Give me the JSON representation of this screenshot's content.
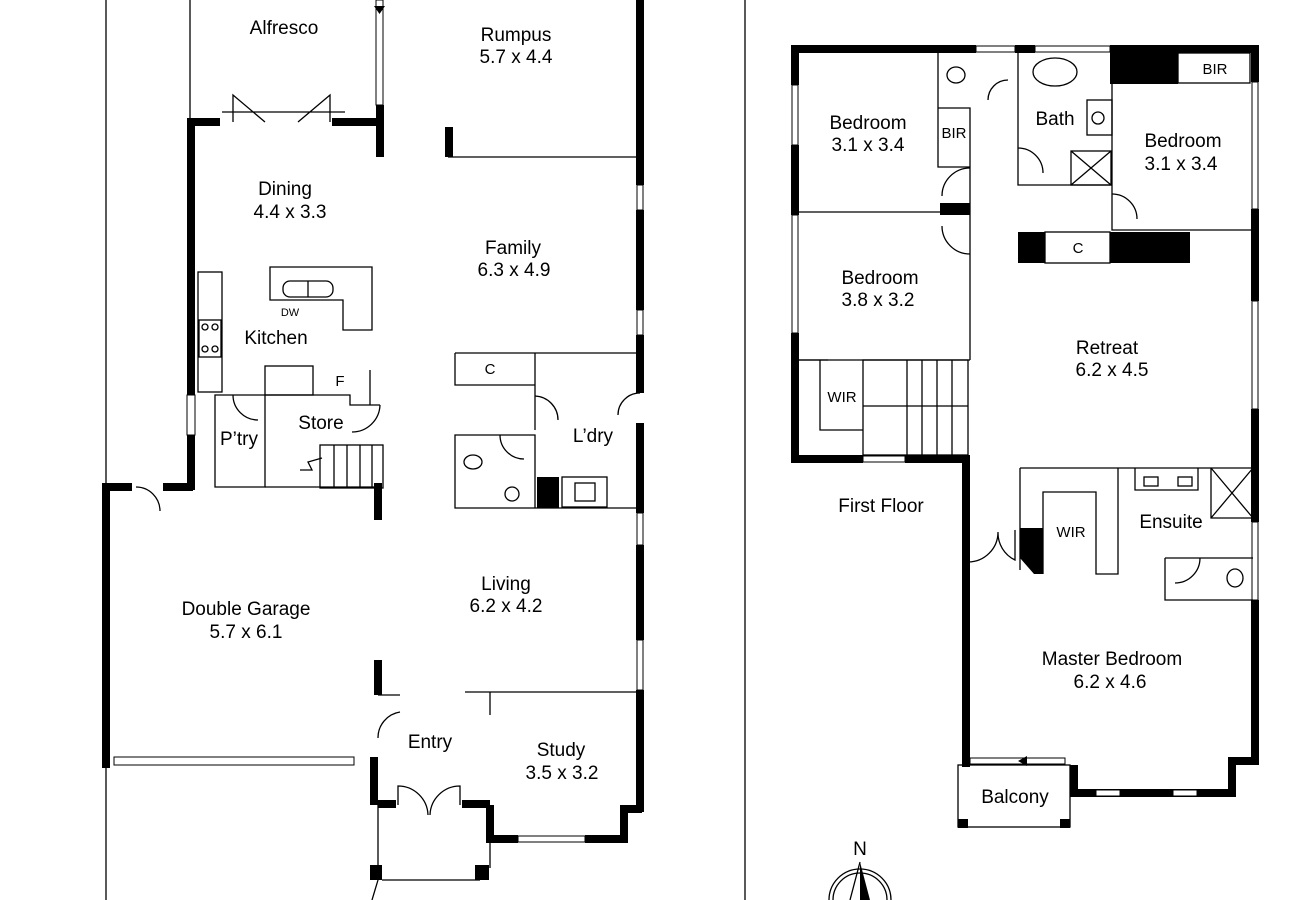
{
  "ground_floor": {
    "rooms": [
      {
        "name": "Alfresco",
        "size": ""
      },
      {
        "name": "Rumpus",
        "size": "5.7 x 4.4"
      },
      {
        "name": "Dining",
        "size": "4.4 x 3.3"
      },
      {
        "name": "Family",
        "size": "6.3 x 4.9"
      },
      {
        "name": "Kitchen",
        "size": ""
      },
      {
        "name": "P’try",
        "size": ""
      },
      {
        "name": "Store",
        "size": ""
      },
      {
        "name": "L’dry",
        "size": ""
      },
      {
        "name": "Double Garage",
        "size": "5.7 x 6.1"
      },
      {
        "name": "Living",
        "size": "6.2 x 4.2"
      },
      {
        "name": "Entry",
        "size": ""
      },
      {
        "name": "Study",
        "size": "3.5 x 3.2"
      }
    ],
    "fixtures": {
      "dishwasher": "DW",
      "fridge": "F",
      "cupboard": "C"
    }
  },
  "first_floor": {
    "title": "First Floor",
    "rooms": [
      {
        "name": "Bedroom",
        "size": "3.1 x 3.4"
      },
      {
        "name": "Bath",
        "size": ""
      },
      {
        "name": "Bedroom",
        "size": "3.1 x 3.4"
      },
      {
        "name": "Bedroom",
        "size": "3.8 x 3.2"
      },
      {
        "name": "Retreat",
        "size": "6.2 x 4.5"
      },
      {
        "name": "Ensuite",
        "size": ""
      },
      {
        "name": "Master Bedroom",
        "size": "6.2 x 4.6"
      },
      {
        "name": "Balcony",
        "size": ""
      }
    ],
    "fixtures": {
      "bir_left": "BIR",
      "bir_right": "BIR",
      "linen": "C",
      "wir_left": "WIR",
      "wir_master": "WIR"
    }
  },
  "compass": {
    "label": "N"
  }
}
